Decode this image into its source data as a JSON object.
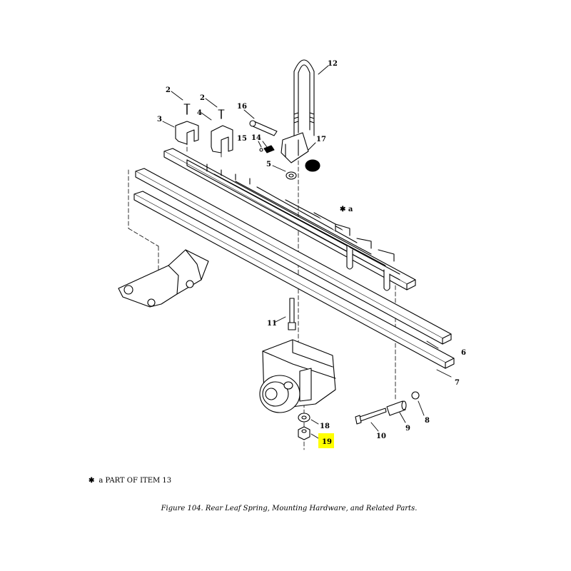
{
  "figure": {
    "caption": "Figure 104.  Rear Leaf Spring, Mounting Hardware, and Related Parts.",
    "note_star": "✱",
    "note_text": "a  PART OF ITEM 13",
    "star_a_label": "✱ a",
    "highlight_color": "#ffff00"
  },
  "callouts": {
    "c2a": "2",
    "c2b": "2",
    "c3": "3",
    "c4": "4",
    "c5": "5",
    "c6": "6",
    "c7": "7",
    "c8": "8",
    "c9": "9",
    "c10": "10",
    "c11": "11",
    "c12": "12",
    "c14": "14",
    "c15": "15",
    "c16": "16",
    "c17": "17",
    "c18": "18",
    "c19": "19"
  }
}
